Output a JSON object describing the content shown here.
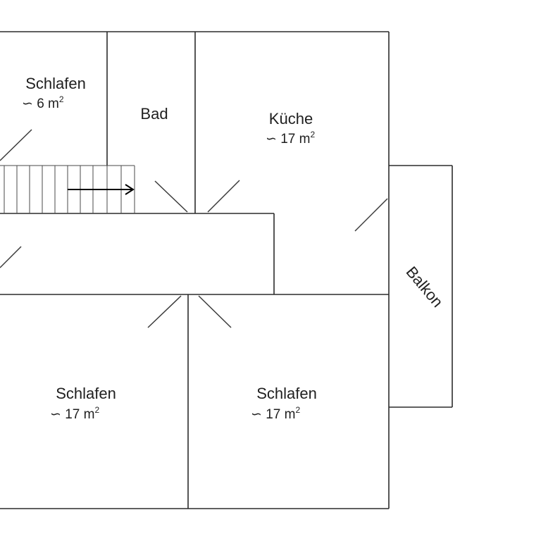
{
  "rooms": {
    "schlafen_top": {
      "name": "Schlafen",
      "area_prefix": "∽ 6 m",
      "area_exp": "2"
    },
    "bad": {
      "name": "Bad"
    },
    "kueche": {
      "name": "Küche",
      "area_prefix": "∽ 17 m",
      "area_exp": "2"
    },
    "balkon": {
      "name": "Balkon"
    },
    "schlafen_left": {
      "name": "Schlafen",
      "area_prefix": "∽ 17 m",
      "area_exp": "2"
    },
    "schlafen_right": {
      "name": "Schlafen",
      "area_prefix": "∽ 17 m",
      "area_exp": "2"
    }
  },
  "icons": {
    "stair_arrow": "arrow-right-icon"
  }
}
